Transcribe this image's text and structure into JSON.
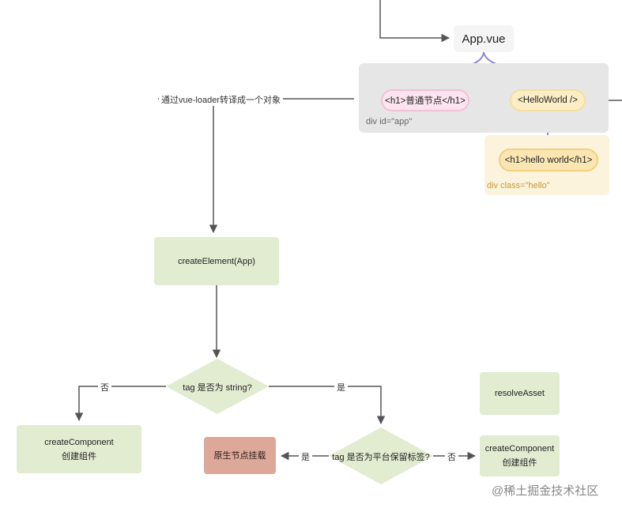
{
  "top_vue": {
    "title": "App.vue"
  },
  "panel_app": {
    "node_h1": "<h1>普通节点</h1>",
    "node_helloworld": "<HelloWorld />",
    "div_label": "div id=\"app\""
  },
  "panel_hello": {
    "node_h1": "<h1>hello world</h1>",
    "div_label": "div class=\"hello\""
  },
  "flow": {
    "loader_label": "通过vue-loader转译成一个对象",
    "create_element": "createElement(App)",
    "decision_string": "tag 是否为 string?",
    "decision_platform": "tag 是否为平台保留标签?",
    "no_label": "否",
    "yes_label": "是",
    "create_component_left": {
      "line1": "createComponent",
      "line2": "创建组件"
    },
    "create_component_right": {
      "line1": "createComponent",
      "line2": "创建组件"
    },
    "resolve_asset": "resolveAsset",
    "native_mount": "原生节点挂载"
  },
  "watermark": "@稀土掘金技术社区",
  "colors": {
    "panel_gray": "#e6e6e6",
    "panel_cream": "#fbf3dc",
    "pink_fill": "#fde4ef",
    "yellow_fill": "#fbeec4",
    "green_fill": "#e2ecd1",
    "native_fill": "#dba89a",
    "tree_line": "#8a86d8",
    "arrow": "#555555"
  }
}
